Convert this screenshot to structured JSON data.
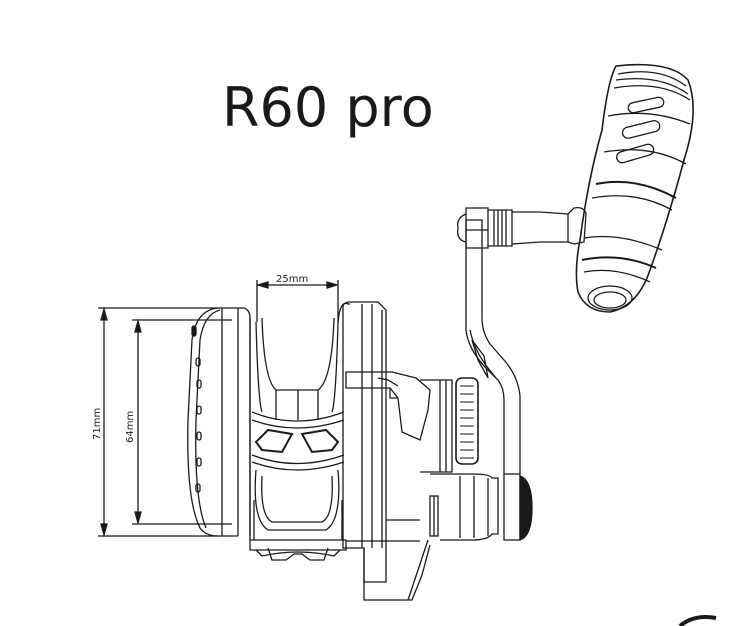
{
  "title": "R60 pro",
  "dimensions": {
    "spool_width": "25mm",
    "outer_height": "71mm",
    "inner_height": "64mm"
  },
  "colors": {
    "line": "#1a1a1a",
    "background": "#ffffff"
  }
}
